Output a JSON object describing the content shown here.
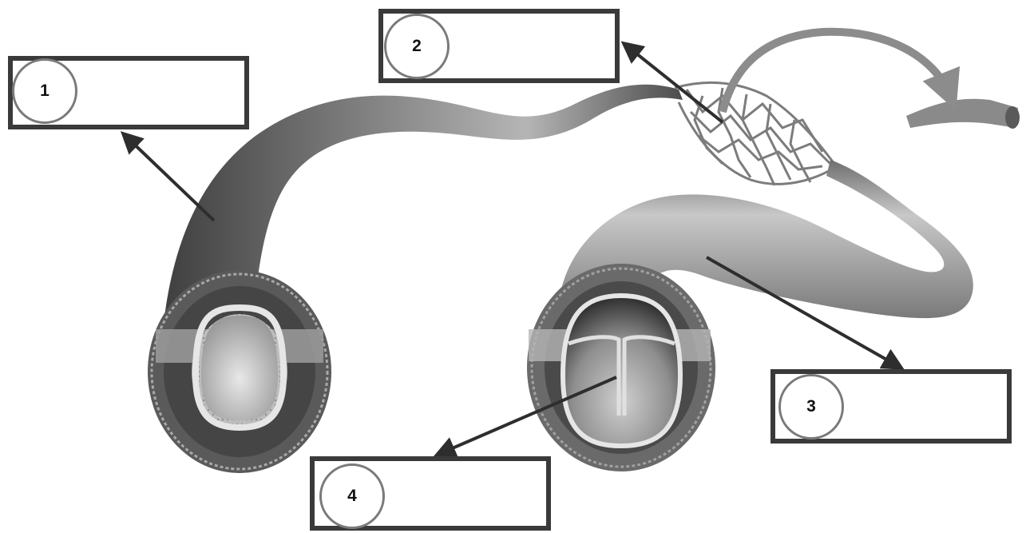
{
  "labels": [
    {
      "number": "1"
    },
    {
      "number": "2"
    },
    {
      "number": "3"
    },
    {
      "number": "4"
    }
  ],
  "colors": {
    "vessel_dark": "#4a4a4a",
    "vessel_light": "#b8b8b8",
    "box_border": "#3a3a3a",
    "circle_border": "#7a7a7a",
    "arrow": "#2e2e2e",
    "flow_arrow": "#8c8c8c"
  }
}
